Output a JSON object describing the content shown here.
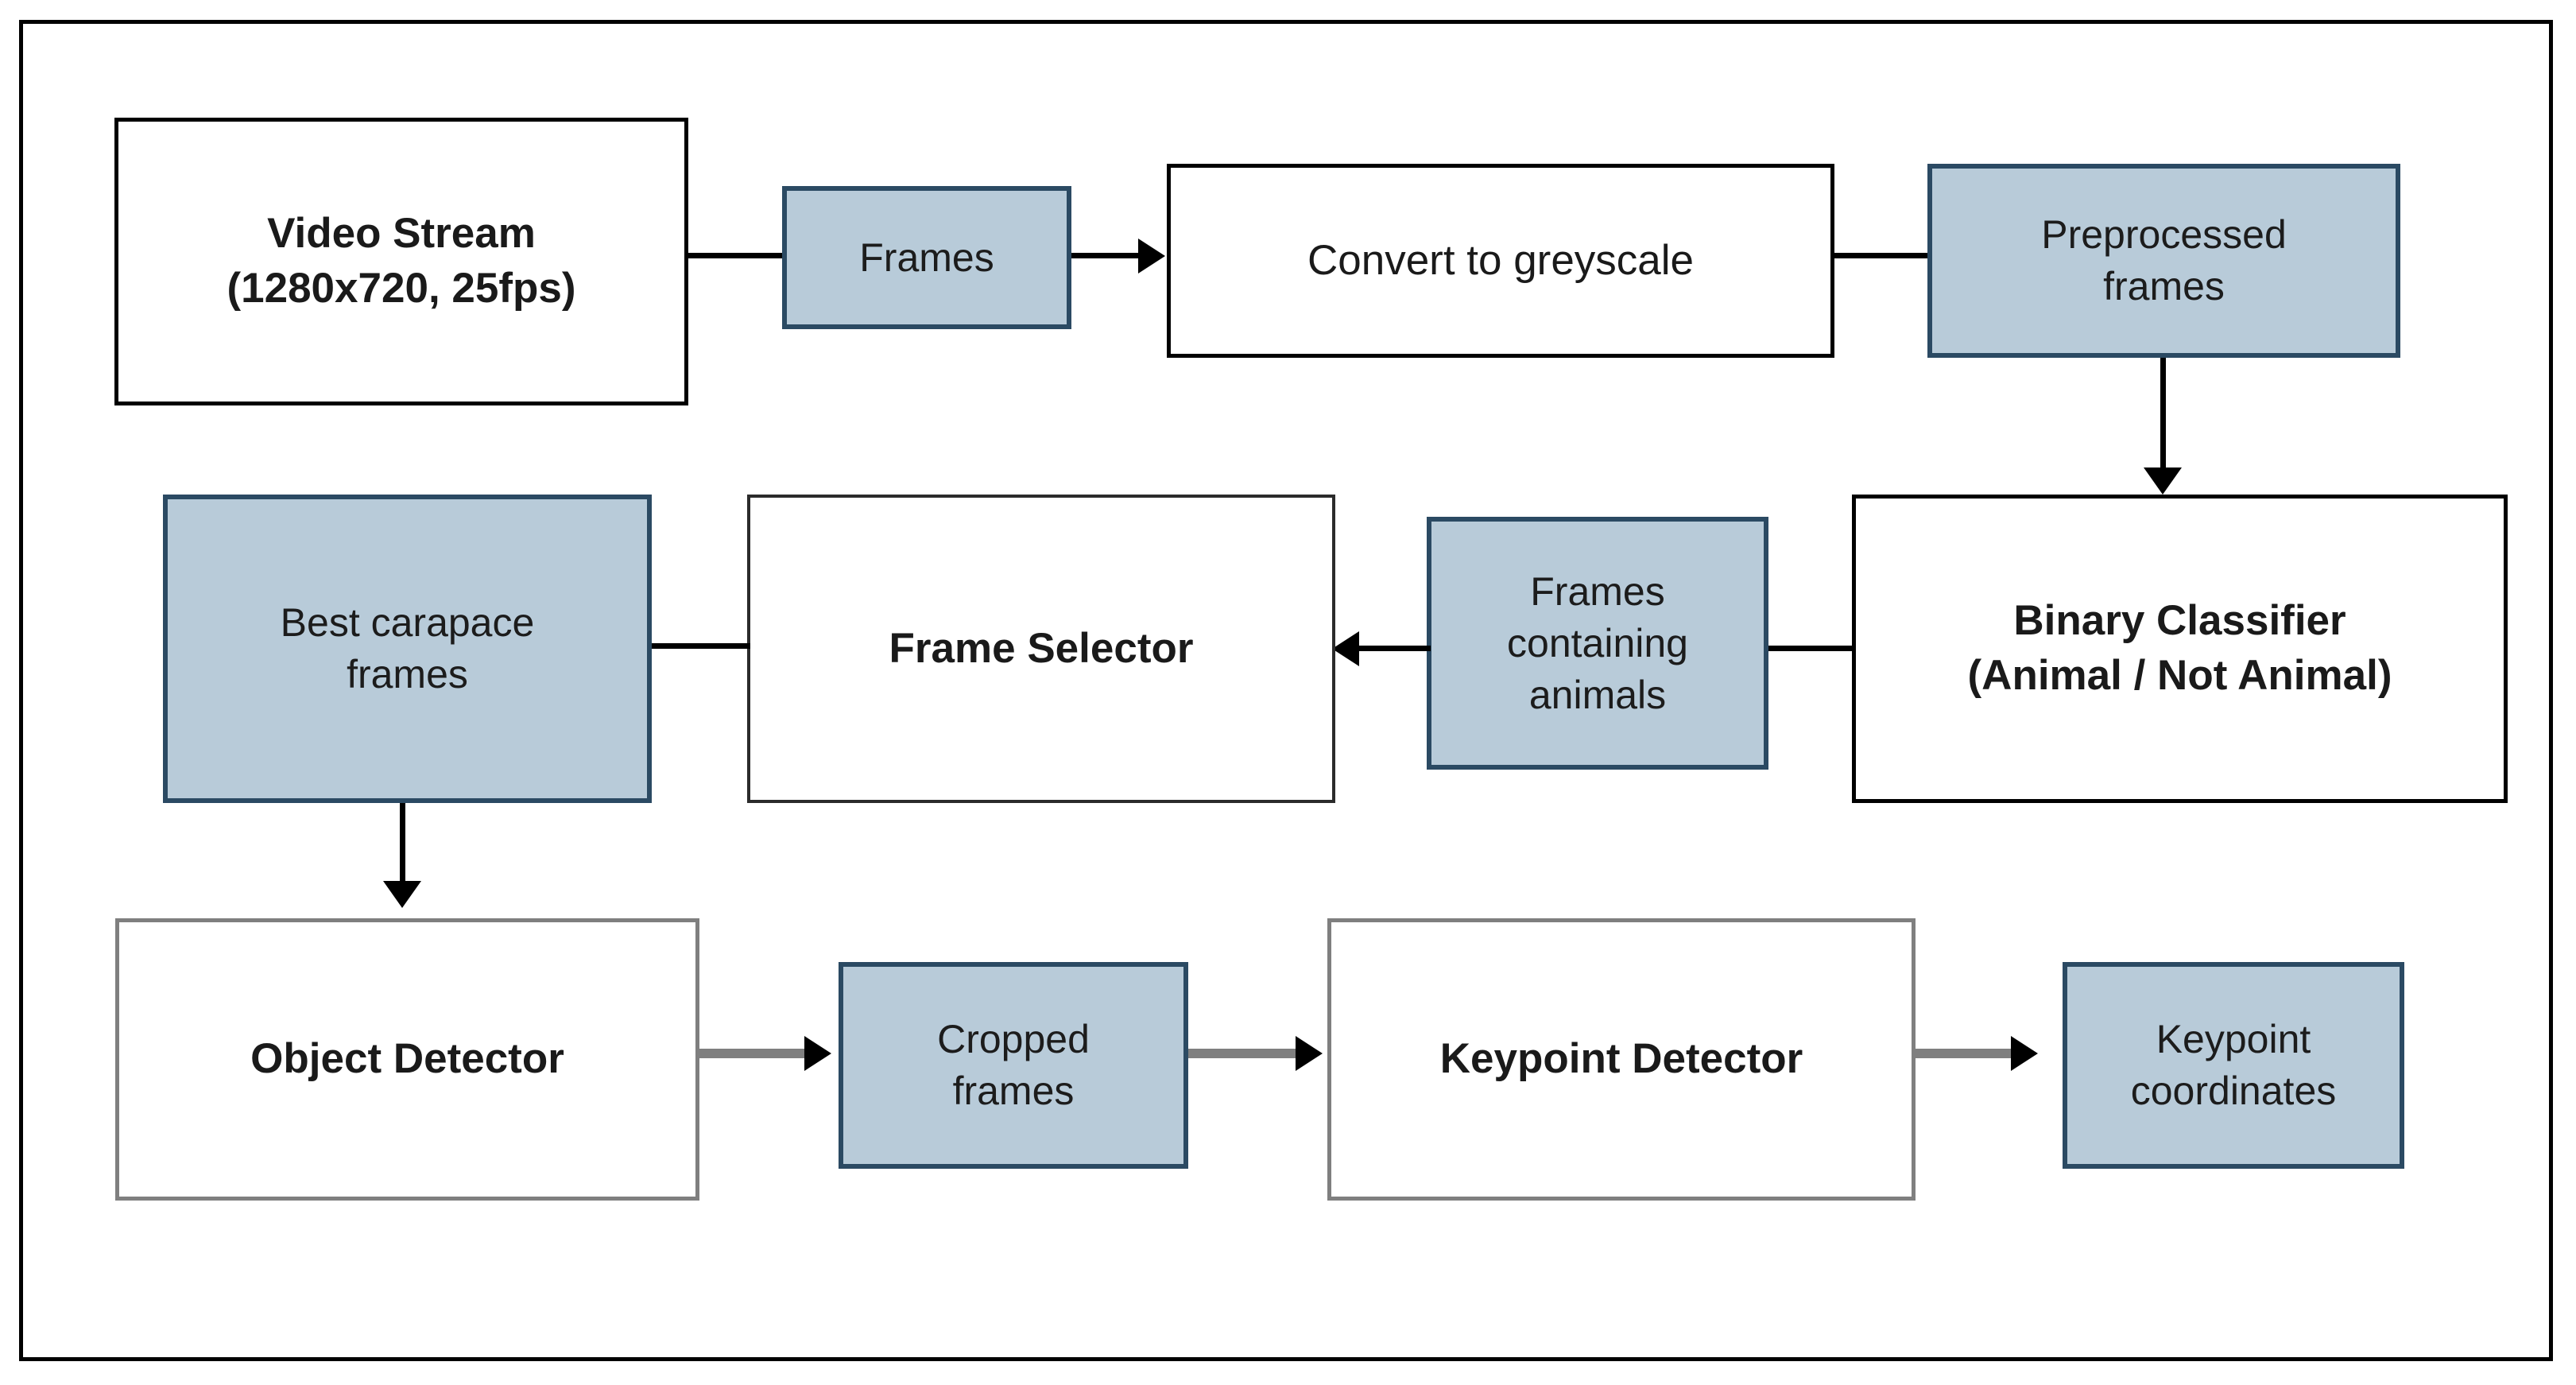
{
  "diagram": {
    "title": "Animal carapace keypoint detection pipeline",
    "colors": {
      "data_fill": "#b8cbd9",
      "data_border": "#2b4a63",
      "process_fill": "#ffffff",
      "process_border": "#000000",
      "process_border_gray": "#7f7f7f",
      "frame_border": "#000000",
      "text": "#1a1a1a"
    },
    "nodes": [
      {
        "id": "video-stream",
        "kind": "process",
        "label": "Video Stream\n(1280x720, 25fps)"
      },
      {
        "id": "frames",
        "kind": "data",
        "label": "Frames"
      },
      {
        "id": "convert-greyscale",
        "kind": "process",
        "label": "Convert to greyscale"
      },
      {
        "id": "preprocessed-frames",
        "kind": "data",
        "label": "Preprocessed\nframes"
      },
      {
        "id": "binary-classifier",
        "kind": "process",
        "label": "Binary Classifier\n(Animal / Not Animal)"
      },
      {
        "id": "frames-animals",
        "kind": "data",
        "label": "Frames\ncontaining\nanimals"
      },
      {
        "id": "frame-selector",
        "kind": "process",
        "label": "Frame Selector"
      },
      {
        "id": "best-carapace",
        "kind": "data",
        "label": "Best carapace\nframes"
      },
      {
        "id": "object-detector",
        "kind": "process",
        "label": "Object Detector"
      },
      {
        "id": "cropped-frames",
        "kind": "data",
        "label": "Cropped\nframes"
      },
      {
        "id": "keypoint-detector",
        "kind": "process",
        "label": "Keypoint Detector"
      },
      {
        "id": "keypoint-coords",
        "kind": "data",
        "label": "Keypoint\ncoordinates"
      }
    ],
    "edges": [
      {
        "id": "e1",
        "from": "video-stream",
        "to": "frames",
        "arrow": "none"
      },
      {
        "id": "e2",
        "from": "frames",
        "to": "convert-greyscale",
        "arrow": "right"
      },
      {
        "id": "e3",
        "from": "convert-greyscale",
        "to": "preprocessed-frames",
        "arrow": "none"
      },
      {
        "id": "e4",
        "from": "preprocessed-frames",
        "to": "binary-classifier",
        "arrow": "down"
      },
      {
        "id": "e5",
        "from": "binary-classifier",
        "to": "frames-animals",
        "arrow": "none"
      },
      {
        "id": "e6",
        "from": "frames-animals",
        "to": "frame-selector",
        "arrow": "left"
      },
      {
        "id": "e7",
        "from": "frame-selector",
        "to": "best-carapace",
        "arrow": "none"
      },
      {
        "id": "e8",
        "from": "best-carapace",
        "to": "object-detector",
        "arrow": "down"
      },
      {
        "id": "e9",
        "from": "object-detector",
        "to": "cropped-frames",
        "arrow": "right"
      },
      {
        "id": "e10",
        "from": "cropped-frames",
        "to": "keypoint-detector",
        "arrow": "right"
      },
      {
        "id": "e11",
        "from": "keypoint-detector",
        "to": "keypoint-coords",
        "arrow": "right"
      }
    ]
  }
}
